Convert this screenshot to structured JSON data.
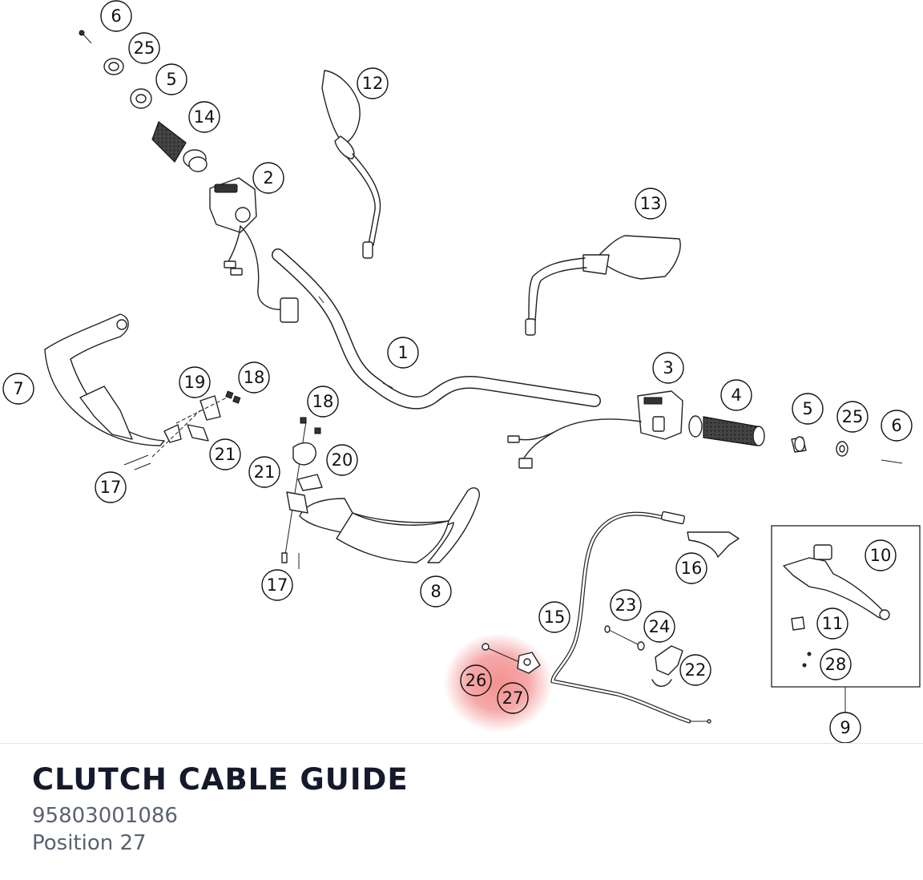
{
  "part": {
    "title": "CLUTCH CABLE GUIDE",
    "number": "95803001086",
    "position_text": "Position 27"
  },
  "highlight": {
    "positions": [
      "26",
      "27"
    ],
    "color": "#f28b8b"
  },
  "callouts": [
    {
      "id": "c6a",
      "label": "6"
    },
    {
      "id": "c25a",
      "label": "25"
    },
    {
      "id": "c5a",
      "label": "5"
    },
    {
      "id": "c14",
      "label": "14"
    },
    {
      "id": "c12",
      "label": "12"
    },
    {
      "id": "c2",
      "label": "2"
    },
    {
      "id": "c13",
      "label": "13"
    },
    {
      "id": "c1",
      "label": "1"
    },
    {
      "id": "c7",
      "label": "7"
    },
    {
      "id": "c19",
      "label": "19"
    },
    {
      "id": "c18a",
      "label": "18"
    },
    {
      "id": "c18b",
      "label": "18"
    },
    {
      "id": "c3",
      "label": "3"
    },
    {
      "id": "c4",
      "label": "4"
    },
    {
      "id": "c5b",
      "label": "5"
    },
    {
      "id": "c25b",
      "label": "25"
    },
    {
      "id": "c6b",
      "label": "6"
    },
    {
      "id": "c21a",
      "label": "21"
    },
    {
      "id": "c20",
      "label": "20"
    },
    {
      "id": "c21b",
      "label": "21"
    },
    {
      "id": "c17a",
      "label": "17"
    },
    {
      "id": "c17b",
      "label": "17"
    },
    {
      "id": "c8",
      "label": "8"
    },
    {
      "id": "c16",
      "label": "16"
    },
    {
      "id": "c10",
      "label": "10"
    },
    {
      "id": "c15",
      "label": "15"
    },
    {
      "id": "c23",
      "label": "23"
    },
    {
      "id": "c24",
      "label": "24"
    },
    {
      "id": "c11",
      "label": "11"
    },
    {
      "id": "c22",
      "label": "22"
    },
    {
      "id": "c28",
      "label": "28"
    },
    {
      "id": "c26",
      "label": "26"
    },
    {
      "id": "c27",
      "label": "27"
    },
    {
      "id": "c9",
      "label": "9"
    }
  ]
}
